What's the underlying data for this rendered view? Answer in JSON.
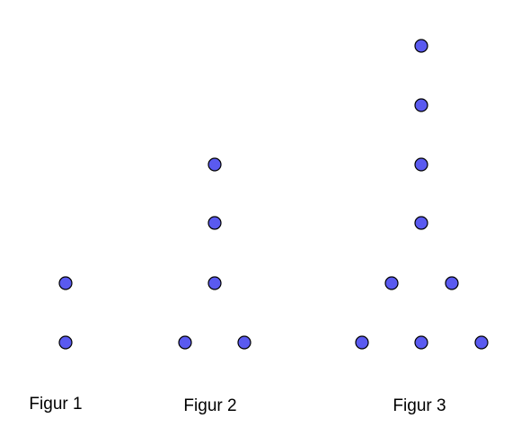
{
  "dot_color": "#5a5af0",
  "outline_color": "#000000",
  "figures": [
    {
      "label": "Figur 1"
    },
    {
      "label": "Figur 2"
    },
    {
      "label": "Figur 3"
    }
  ]
}
